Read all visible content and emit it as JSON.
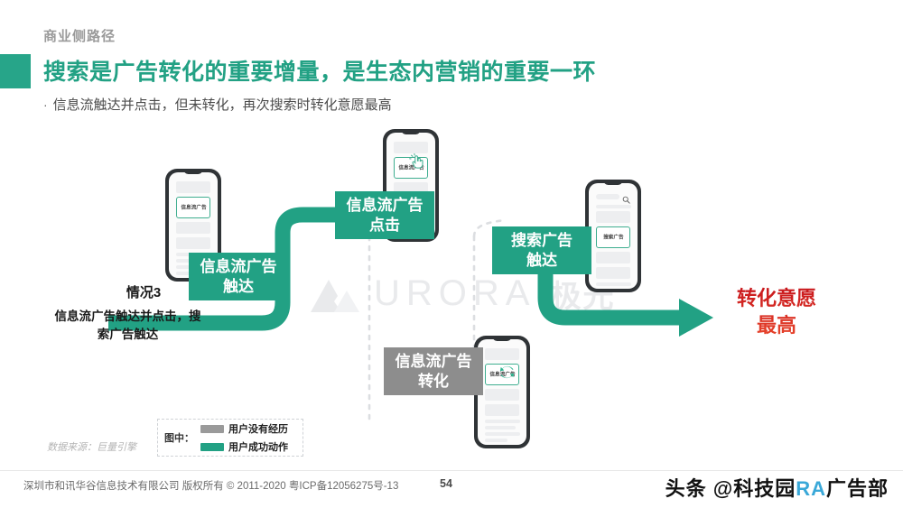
{
  "header": {
    "kicker": "商业侧路径",
    "headline": "搜索是广告转化的重要增量，是生态内营销的重要一环",
    "bullet": "信息流触达并点击，但未转化，再次搜索时转化意愿最高",
    "bullet_marker": "·",
    "accent_color": "#27a589",
    "headline_color": "#22a184"
  },
  "case": {
    "title": "情况3",
    "description": "信息流广告触达并点击，搜索广告触达"
  },
  "flow": {
    "nodes": [
      {
        "id": "feed-reach",
        "label_line1": "信息流广告",
        "label_line2": "触达",
        "state": "teal",
        "phone": "phone-feed-ad"
      },
      {
        "id": "feed-click",
        "label_line1": "信息流广告",
        "label_line2": "点击",
        "state": "teal",
        "phone": "phone-feed-click"
      },
      {
        "id": "search-reach",
        "label_line1": "搜索广告",
        "label_line2": "触达",
        "state": "teal",
        "phone": "phone-search-ad"
      },
      {
        "id": "feed-convert",
        "label_line1": "信息流广告",
        "label_line2": "转化",
        "state": "gray",
        "phone": "phone-convert"
      }
    ],
    "teal_color": "#22a184",
    "gray_color": "#8d8d8d",
    "dashed_color": "#dcdee1"
  },
  "phones": {
    "phone-feed-ad": {
      "ad_label": "信息流广告",
      "icon": "none",
      "has_search": false
    },
    "phone-feed-click": {
      "ad_label": "信息流广告",
      "icon": "tap-icon",
      "has_search": false
    },
    "phone-search-ad": {
      "ad_label": "搜索广告",
      "icon": "none",
      "has_search": true
    },
    "phone-convert": {
      "ad_label": "信息流广告",
      "icon": "refresh-icon",
      "has_search": false
    }
  },
  "conclusion": {
    "line1": "转化意愿",
    "line2": "最高",
    "color": "#d0202a"
  },
  "legend": {
    "title": "图中：",
    "items": [
      {
        "label": "用户没有经历",
        "color": "#9a9a9a"
      },
      {
        "label": "用户成功动作",
        "color": "#22a184"
      }
    ]
  },
  "source": "数据来源：巨量引擎",
  "watermark": {
    "brand": "URORA",
    "brand_cn": "极光",
    "logo": "aurora-mountain-logo"
  },
  "footer": {
    "copyright": "深圳市和讯华谷信息技术有限公司 版权所有 © 2011-2020 粤ICP备12056275号-13",
    "page": "54",
    "channel_prefix": "头条 @科技园",
    "channel_mid": "RA",
    "channel_suffix": "广告部"
  }
}
